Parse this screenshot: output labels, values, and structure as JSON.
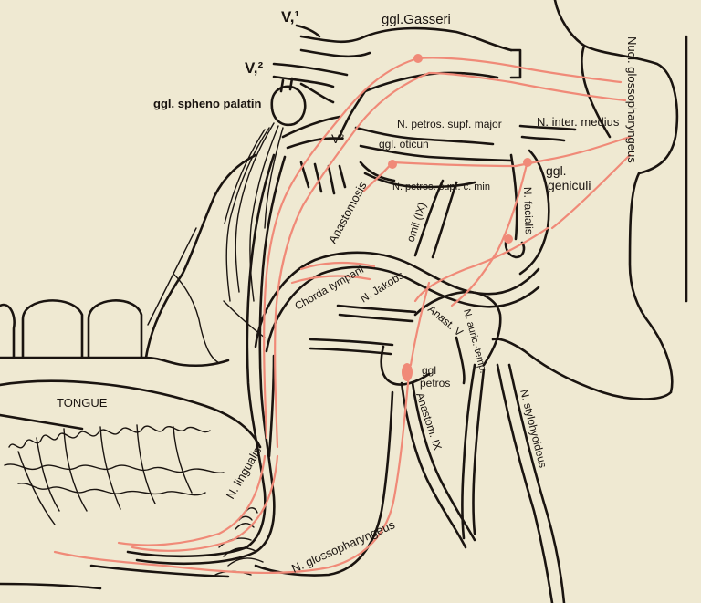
{
  "colors": {
    "paper": "#efe9d2",
    "ink": "#1a1410",
    "sensory_pathway": "#f08a78"
  },
  "labels": {
    "v1": "V,¹",
    "v2": "V,²",
    "v3": "V³",
    "ggl_gasseri": "ggl.Gasseri",
    "ggl_spheno_palatin": "ggl. spheno palatin",
    "n_petros_supf_major": "N. petros. supf. major",
    "ggl_oticum": "ggl. oticun",
    "n_petros_supf_min": "N. petros. supf. c. min",
    "anastomosis": "Anastomosis",
    "n_inter_medius": "N. inter. medius",
    "ggl_geniculi_1": "ggl.",
    "ggl_geniculi_2": "geniculi",
    "n_facialis": "N. facialis",
    "nucl_glossopharyngeus": "Nucl. glossopharyngeus",
    "tongue": "TONGUE",
    "n_lingualis": "N. lingualis",
    "chorda_tympani": "Chorda tympani",
    "n_jakobs": "N. Jakobs",
    "omii_ix": "omii (IX)",
    "anast_v": "Anast. V",
    "n_auric_temp": "N. auric.-temp.",
    "ggl_petros_1": "ggl",
    "ggl_petros_2": "petros",
    "anastom_ix": "Anastom. IX",
    "n_stylohyoideus": "N. stylohyoideus",
    "n_glossopharyngeus": "N. glossopharyngeus"
  }
}
